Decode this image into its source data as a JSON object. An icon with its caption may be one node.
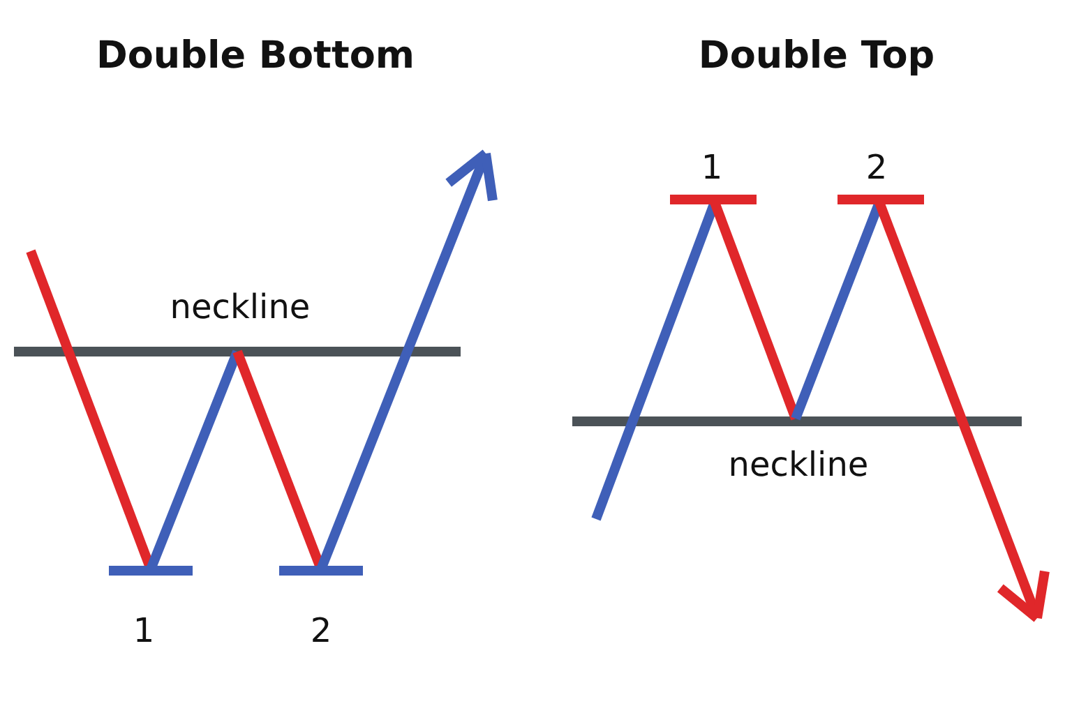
{
  "diagram": {
    "labels": [
      "Double Bottom",
      "Double Top",
      "1",
      "2",
      "neckline",
      "neckline",
      "1",
      "2"
    ]
  }
}
